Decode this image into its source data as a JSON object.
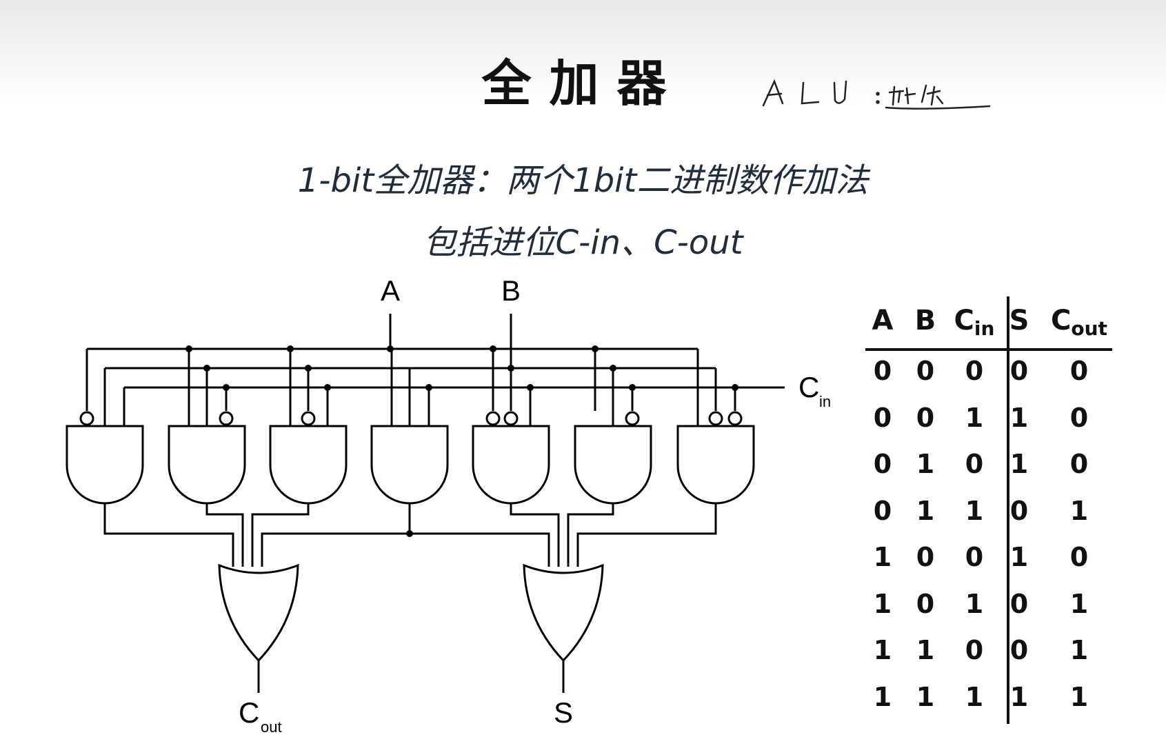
{
  "title": "全加器",
  "subtitle_line1": "1-bit全加器：两个1bit二进制数作加法",
  "subtitle_line2": "包括进位C-in、C-out",
  "handwritten_note": "ALU：加法",
  "circuit": {
    "input_a": "A",
    "input_b": "B",
    "input_cin": "C",
    "input_cin_sub": "in",
    "output_cout": "C",
    "output_cout_sub": "out",
    "output_s": "S"
  },
  "truth_table": {
    "headers": [
      {
        "main": "A",
        "sub": ""
      },
      {
        "main": "B",
        "sub": ""
      },
      {
        "main": "C",
        "sub": "in"
      },
      {
        "main": "S",
        "sub": ""
      },
      {
        "main": "C",
        "sub": "out"
      }
    ],
    "rows": [
      [
        "0",
        "0",
        "0",
        "0",
        "0"
      ],
      [
        "0",
        "0",
        "1",
        "1",
        "0"
      ],
      [
        "0",
        "1",
        "0",
        "1",
        "0"
      ],
      [
        "0",
        "1",
        "1",
        "0",
        "1"
      ],
      [
        "1",
        "0",
        "0",
        "1",
        "0"
      ],
      [
        "1",
        "0",
        "1",
        "0",
        "1"
      ],
      [
        "1",
        "1",
        "0",
        "0",
        "1"
      ],
      [
        "1",
        "1",
        "1",
        "1",
        "1"
      ]
    ]
  }
}
